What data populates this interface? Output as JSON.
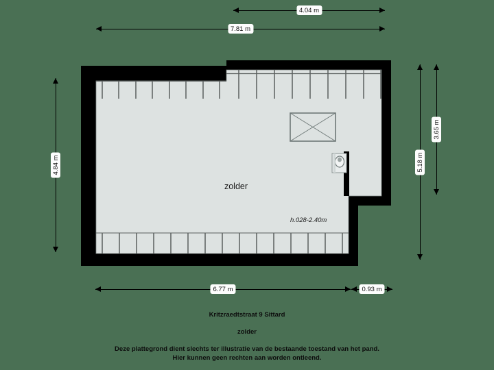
{
  "plan": {
    "room_label": "zolder",
    "height_note": "h.028-2.40m",
    "fixture_icon": "toilet-icon",
    "hatch_icon": "crossed-rectangle-icon",
    "wall_color": "#000000",
    "floor_color": "#dde2e1",
    "rafter_color": "#5a5f5e"
  },
  "dimensions": {
    "top_inner": "4.04 m",
    "top_outer": "7.81 m",
    "left": "4.84 m",
    "right_outer": "5.18 m",
    "right_inner": "3.65 m",
    "bottom_main": "6.77 m",
    "bottom_side": "0.93 m"
  },
  "captions": {
    "address": "Kritzraedtstraat 9 Sittard",
    "room": "zolder",
    "disclaimer_line1": "Deze plattegrond dient slechts ter illustratie van de bestaande toestand van het pand.",
    "disclaimer_line2": "Hier kunnen geen rechten aan worden ontleend."
  }
}
